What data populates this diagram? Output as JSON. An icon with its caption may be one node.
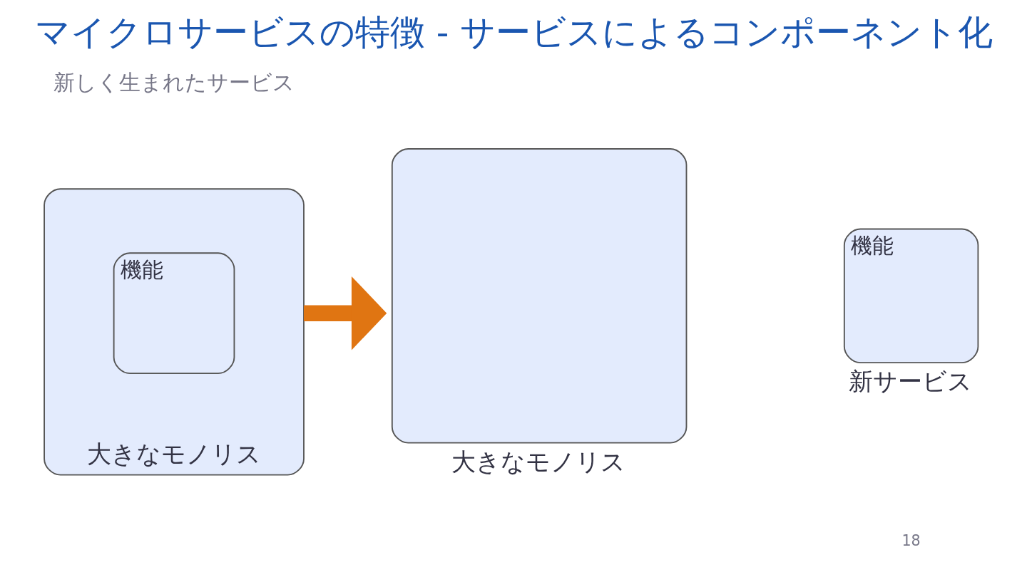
{
  "diagram": {
    "title": "マイクロサービスの特徴 - サービスによるコンポーネント化",
    "nodes": [
      {
        "text": [],
        "shape": "box",
        "beside": [
          "大きなモノリス"
        ]
      },
      {
        "text": [
          "機能"
        ],
        "in": 0
      },
      {
        "text": [],
        "shape": "box",
        "beside": [
          "大きなモノリス"
        ]
      },
      {
        "text": [
          "機能"
        ],
        "beside": [
          "新サービス"
        ]
      }
    ],
    "edges": [
      {
        "from": 0,
        "to": 2,
        "arrow": "to",
        "color": "#e07512"
      }
    ],
    "labels": [
      "新しく生まれたサービス",
      "18"
    ]
  }
}
